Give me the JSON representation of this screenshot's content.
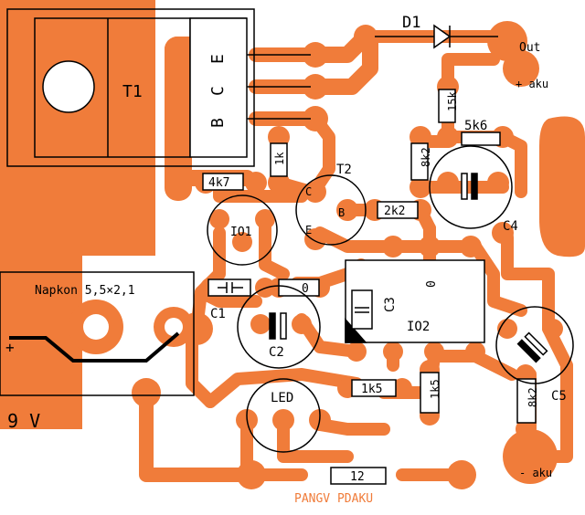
{
  "colors": {
    "copper": "#f07c3a",
    "ink": "#000000",
    "paper": "#ffffff"
  },
  "components": {
    "t1": {
      "name": "T1",
      "pins": [
        "B",
        "C",
        "E"
      ]
    },
    "t2": {
      "name": "T2",
      "pins": [
        "C",
        "B",
        "E"
      ]
    },
    "d1": {
      "name": "D1"
    },
    "r_15k": {
      "value": "15k"
    },
    "r_5k6": {
      "value": "5k6"
    },
    "r_8k2_top": {
      "value": "8k2"
    },
    "r_1k": {
      "value": "1k"
    },
    "r_4k7": {
      "value": "4k7"
    },
    "r_2k2": {
      "value": "2k2"
    },
    "r_0_top": {
      "value": "0"
    },
    "r_0_ic": {
      "value": "0"
    },
    "r_1k5_a": {
      "value": "1k5"
    },
    "r_1k5_b": {
      "value": "1k5"
    },
    "r_8k2_bot": {
      "value": "8k2"
    },
    "r_12": {
      "value": "12"
    },
    "io1": {
      "name": "IO1"
    },
    "io2": {
      "name": "IO2"
    },
    "c1": {
      "name": "C1"
    },
    "c2": {
      "name": "C2"
    },
    "c3": {
      "name": "C3"
    },
    "c4": {
      "name": "C4"
    },
    "c5": {
      "name": "C5"
    },
    "led": {
      "name": "LED"
    },
    "napkon": {
      "name": "Napkon 5,5×2,1",
      "plus": "+"
    }
  },
  "labels": {
    "out": "Out",
    "plus_aku": "+ aku",
    "minus_aku": "- aku",
    "voltage": "9 V",
    "author": "PANGV PDAKU"
  }
}
